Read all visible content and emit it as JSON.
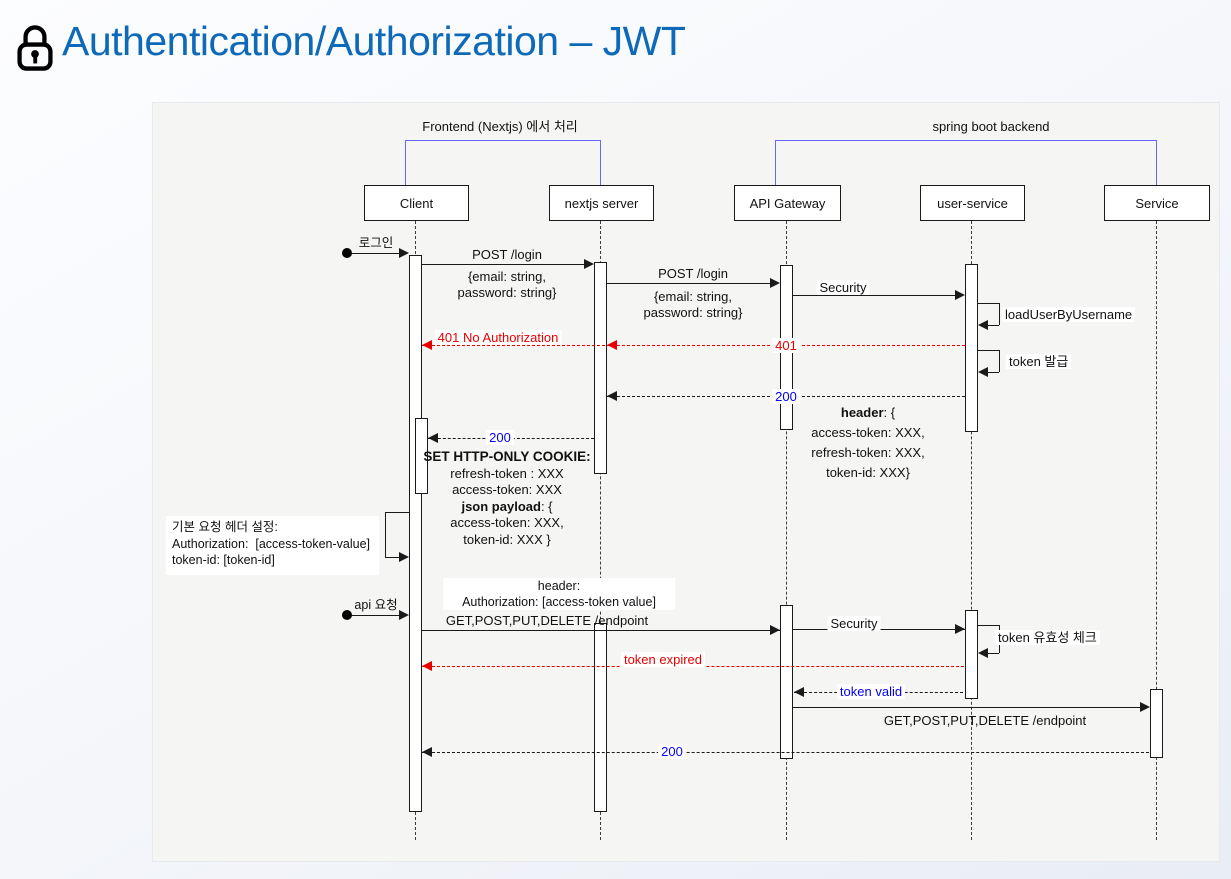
{
  "title": "Authentication/Authorization – JWT",
  "colors": {
    "title_blue": "#0e6ab8",
    "bracket_blue": "#6666ff",
    "error_red": "#e80000",
    "status_blue": "#0202f2",
    "panel_bg": "#f5f5f3"
  },
  "groups": {
    "frontend": "Frontend (Nextjs) 에서 처리",
    "backend": "spring boot backend"
  },
  "actors": {
    "client": "Client",
    "nextjs": "nextjs server",
    "gateway": "API Gateway",
    "user_service": "user-service",
    "service": "Service"
  },
  "messages": {
    "login_trigger": "로그인",
    "post_login": "POST /login",
    "login_body": "{email: string,\npassword: string}",
    "post_login2": "POST /login",
    "login_body2": "{email: string,\npassword: string}",
    "security1": "Security",
    "load_user": "loadUserByUsername",
    "err_401_full": "401 No Authorization",
    "err_401": "401",
    "token_issue": "token 발급",
    "ok_200_a": "200",
    "ok_200_b": "200",
    "api_request": "api 요청",
    "get_endpoint": "GET,POST,PUT,DELETE /endpoint",
    "security2": "Security",
    "token_check": "token 유효성 체크",
    "token_expired": "token expired",
    "token_valid": "token valid",
    "get_endpoint2": "GET,POST,PUT,DELETE /endpoint",
    "ok_200_c": "200"
  },
  "blocks": {
    "header_resp": {
      "k": "header",
      "rest": ": {",
      "lines": [
        "access-token: XXX,",
        "refresh-token: XXX,",
        "token-id: XXX}"
      ]
    },
    "cookie": {
      "title": "SET HTTP-ONLY COOKIE:",
      "l1": "refresh-token : XXX",
      "l2": "access-token: XXX",
      "k": "json payload",
      "rest": ": {",
      "l3": "access-token: XXX,",
      "l4": "token-id: XXX }"
    },
    "note_default_header": [
      "기본 요청 헤더 설정:",
      "Authorization:  [access-token-value]",
      "token-id: [token-id]"
    ],
    "note_header": [
      "header:",
      "Authorization: [access-token value]"
    ]
  }
}
